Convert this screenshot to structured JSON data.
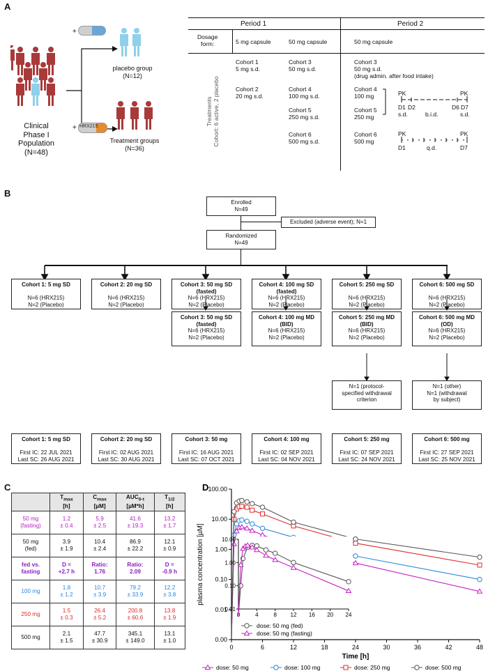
{
  "panel_a": {
    "letter": "A",
    "population": [
      "Clinical",
      "Phase I",
      "Population",
      "(N=48)"
    ],
    "placebo_group": [
      "placebo group",
      "(N=12)"
    ],
    "treatment_groups": [
      "Treatment groups",
      "(N=36)"
    ],
    "drug_label": "HRX215",
    "plus": "+",
    "table": {
      "period1": "Period 1",
      "period2": "Period 2",
      "dosage_form_label": [
        "Dosage",
        "form:"
      ],
      "p1_capsule_a": "5 mg capsule",
      "p1_capsule_b": "50 mg capsule",
      "p2_capsule": "50 mg capsule",
      "treatments_label": [
        "Treatments",
        "Cohort: 6 active, 2 placebo"
      ],
      "c1": [
        "Cohort 1",
        "5 mg s.d."
      ],
      "c2": [
        "Cohort 2",
        "20 mg s.d."
      ],
      "c3": [
        "Cohort 3",
        "50 mg s.d."
      ],
      "c4": [
        "Cohort 4",
        "100 mg s.d."
      ],
      "c5": [
        "Cohort 5",
        "250 mg s.d."
      ],
      "c6": [
        "Cohort 6",
        "500 mg s.d."
      ],
      "p2_c3": [
        "Cohort 3",
        "50 mg s.d.",
        "(drug admin. after food intake)"
      ],
      "p2_c4": [
        "Cohort 4",
        "100 mg"
      ],
      "p2_c5": [
        "Cohort 5",
        "250 mg"
      ],
      "p2_c6": [
        "Cohort 6",
        "500 mg"
      ],
      "pk": "PK",
      "sched45": [
        "D1",
        "D2",
        "D6",
        "D7",
        "s.d.",
        "b.i.d.",
        "s.d."
      ],
      "sched6": [
        "D1",
        "q.d.",
        "D7"
      ]
    }
  },
  "panel_b": {
    "letter": "B",
    "enrolled": [
      "Enrolled",
      "N=49"
    ],
    "excluded": "Excluded (adverse event); N=1",
    "randomized": [
      "Randomized",
      "N=49"
    ],
    "sd": [
      {
        "title": "Cohort 1: 5 mg SD",
        "l1": "N=6 (HRX215)",
        "l2": "N=2 (Placebo)"
      },
      {
        "title": "Cohort 2: 20 mg SD",
        "l1": "N=6 (HRX215)",
        "l2": "N=2 (Placebo)"
      },
      {
        "title": "Cohort 3: 50 mg SD",
        "sub": "(fasted)",
        "l1": "N=6 (HRX215)",
        "l2": "N=2 (Placebo)"
      },
      {
        "title": "Cohort 4: 100 mg SD",
        "sub": "(fasted)",
        "l1": "N=6 (HRX215)",
        "l2": "N=2 (Placebo)"
      },
      {
        "title": "Cohort 5: 250 mg SD",
        "l1": "N=6 (HRX215)",
        "l2": "N=2 (Placebo)"
      },
      {
        "title": "Cohort 6: 500 mg SD",
        "l1": "N=6 (HRX215)",
        "l2": "N=2 (Placebo)"
      }
    ],
    "md": [
      {
        "title": "Cohort 3: 50 mg SD",
        "sub": "(fasted)",
        "l1": "N=6 (HRX215)",
        "l2": "N=2 (Placebo)"
      },
      {
        "title": "Cohort 4: 100 mg MD",
        "sub": "(BID)",
        "l1": "N=6 (HRX215)",
        "l2": "N=2 (Placebo)"
      },
      {
        "title": "Cohort 5: 250 mg MD",
        "sub": "(BID)",
        "l1": "N=6 (HRX215)",
        "l2": "N=2 (Placebo)"
      },
      {
        "title": "Cohort 6: 500 mg MD",
        "sub": "(OD)",
        "l1": "N=6 (HRX215)",
        "l2": "N=2 (Placebo)"
      }
    ],
    "withdraw5": [
      "N=1 (protocol-",
      "specified withdrawal",
      "criterion"
    ],
    "withdraw6": [
      "N=1 (other)",
      "N=1 (withdrawal",
      "by subject)"
    ],
    "dates": [
      {
        "title": "Cohort 1: 5 mg SD",
        "first": "First IC: 22 JUL 2021",
        "last": "Last SC: 26 AUG 2021"
      },
      {
        "title": "Cohort 2: 20 mg SD",
        "first": "First IC: 02 AUG 2021",
        "last": "Last SC: 30 AUG 2021"
      },
      {
        "title": "Cohort 3: 50 mg",
        "first": "First IC: 16 AUG 2021",
        "last": "Last SC: 07 OCT 2021"
      },
      {
        "title": "Cohort 4: 100 mg",
        "first": "First IC: 02 SEP 2021",
        "last": "Last SC: 04 NOV 2021"
      },
      {
        "title": "Cohort 5: 250 mg",
        "first": "First IC: 07 SEP 2021",
        "last": "Last SC: 24 NOV 2021"
      },
      {
        "title": "Cohort 6: 500 mg",
        "first": "First IC: 27 SEP 2021",
        "last": "Last SC: 25 NOV 2021"
      }
    ]
  },
  "panel_c": {
    "letter": "C",
    "headers": [
      [
        "T",
        "max",
        "[h]"
      ],
      [
        "C",
        "max",
        "[µM]"
      ],
      [
        "AUC",
        "0-t",
        "[µM*h]"
      ],
      [
        "T",
        "1/2",
        "[h]"
      ]
    ],
    "rows": [
      {
        "label": [
          "50 mg",
          "(fasting)"
        ],
        "color": "#b51cc4",
        "cells": [
          [
            "1.2",
            "± 0.4"
          ],
          [
            "5.9",
            "± 2.5"
          ],
          [
            "41.6",
            "± 19.3"
          ],
          [
            "13.2",
            "± 1.7"
          ]
        ]
      },
      {
        "label": [
          "50 mg",
          "(fed)"
        ],
        "color": "#111111",
        "cells": [
          [
            "3.9",
            "± 1.9"
          ],
          [
            "10.4",
            "± 2.4"
          ],
          [
            "86.9",
            "± 22.2"
          ],
          [
            "12.1",
            "± 0.9"
          ]
        ]
      },
      {
        "label": [
          "fed vs.",
          "fasting"
        ],
        "color": "#8a1ec2",
        "cells": [
          [
            "D =",
            "+2.7 h"
          ],
          [
            "Ratio:",
            "1.76"
          ],
          [
            "Ratio:",
            "2.09"
          ],
          [
            "D =",
            "-0.9 h"
          ]
        ]
      },
      {
        "label": [
          "100 mg",
          ""
        ],
        "color": "#2b86d9",
        "cells": [
          [
            "1.8",
            "± 1.2"
          ],
          [
            "10.7",
            "± 3.9"
          ],
          [
            "79.2",
            "± 33.9"
          ],
          [
            "12.2",
            "± 3.8"
          ]
        ]
      },
      {
        "label": [
          "250 mg",
          ""
        ],
        "color": "#e02a2a",
        "cells": [
          [
            "1.5",
            "± 0.3"
          ],
          [
            "26.4",
            "± 5.2"
          ],
          [
            "200.8",
            "± 60.6"
          ],
          [
            "13.8",
            "± 1.9"
          ]
        ]
      },
      {
        "label": [
          "500 mg",
          ""
        ],
        "color": "#111111",
        "cells": [
          [
            "2.1",
            "± 1.5"
          ],
          [
            "47.7",
            "± 30.9"
          ],
          [
            "345.1",
            "± 149.0"
          ],
          [
            "13.1",
            "± 1.0"
          ]
        ]
      }
    ]
  },
  "chart_data": {
    "type": "line",
    "letter": "D",
    "xlabel": "Time [h]",
    "ylabel": "plasma concentration [µM]",
    "xlim": [
      0,
      48
    ],
    "xticks": [
      0,
      6,
      12,
      18,
      24,
      30,
      36,
      42,
      48
    ],
    "ylim": [
      0.001,
      100
    ],
    "yscale": "log",
    "yticks": [
      "100.00",
      "10.00",
      "1.00",
      "0.10",
      "0.01",
      "0.00"
    ],
    "grid": false,
    "legend": "bottom",
    "series": [
      {
        "name": "dose: 50 mg",
        "color": "#c71fc7",
        "marker": "triangle",
        "x": [
          0.5,
          1,
          1.5,
          2,
          3,
          4,
          6,
          12,
          24,
          48
        ],
        "y": [
          1.5,
          4.0,
          5.2,
          5.5,
          5.0,
          4.2,
          3.0,
          1.3,
          0.35,
          0.04
        ]
      },
      {
        "name": "dose: 100 mg",
        "color": "#2b86d9",
        "marker": "circle",
        "x": [
          0.5,
          1,
          1.5,
          2,
          3,
          4,
          6,
          12,
          24,
          48
        ],
        "y": [
          3.0,
          7.0,
          9.0,
          9.5,
          8.5,
          7.0,
          5.0,
          2.5,
          0.6,
          0.1
        ]
      },
      {
        "name": "dose: 250 mg",
        "color": "#e02a2a",
        "marker": "square",
        "x": [
          0.5,
          1,
          1.5,
          2,
          3,
          4,
          6,
          12,
          24,
          48
        ],
        "y": [
          10,
          22,
          26,
          27,
          25,
          20,
          15,
          6,
          1.6,
          0.3
        ]
      },
      {
        "name": "dose: 500 mg",
        "color": "#555555",
        "marker": "circle",
        "x": [
          0.5,
          1,
          1.5,
          2,
          3,
          4,
          6,
          12,
          24,
          48
        ],
        "y": [
          18,
          35,
          40,
          42,
          38,
          33,
          25,
          8,
          2.2,
          0.55
        ]
      }
    ],
    "inset": {
      "xticks": [
        0,
        4,
        8,
        12,
        16,
        20,
        24
      ],
      "yticks": [
        "10.00",
        "1.00",
        "0.10",
        "0.01"
      ],
      "series": [
        {
          "name": "dose: 50 mg (fed)",
          "color": "#555555",
          "marker": "circle",
          "x": [
            0.5,
            1,
            2,
            3,
            4,
            6,
            8,
            12,
            24
          ],
          "y": [
            0.1,
            1.5,
            4.5,
            5.5,
            5.2,
            3.5,
            2.5,
            1.0,
            0.15
          ]
        },
        {
          "name": "dose: 50 mg (fasting)",
          "color": "#c71fc7",
          "marker": "triangle",
          "x": [
            0.5,
            1,
            1.5,
            2,
            3,
            4,
            6,
            8,
            12,
            24
          ],
          "y": [
            0.8,
            4.0,
            5.0,
            5.5,
            4.5,
            3.5,
            2.0,
            1.3,
            0.6,
            0.06
          ]
        }
      ]
    }
  }
}
